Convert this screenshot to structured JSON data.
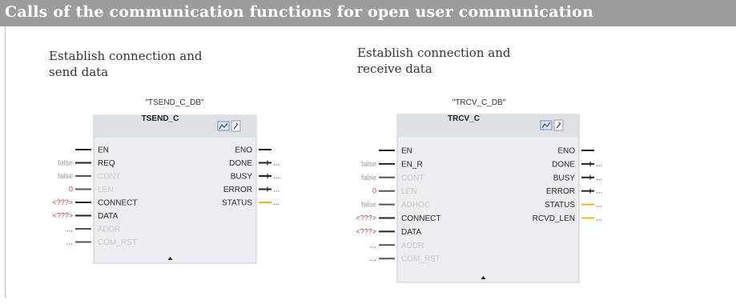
{
  "header": {
    "title": "Calls of the communication functions for open user communication"
  },
  "colors": {
    "header_bg": "#9c9c9c",
    "block_bg": "#ebedf0",
    "block_header_bg": "#dde0e4",
    "status_wire": "#f0b020",
    "placeholder": "#c2373b",
    "false_value": "#9a9aa6",
    "disabled_pin": "#c8c8c8"
  },
  "left": {
    "caption_line1": "Establish connection and",
    "caption_line2": "send data",
    "block": {
      "instance": "\"TSEND_C_DB\"",
      "type": "TSEND_C",
      "icons": [
        "network-icon",
        "wrench-icon"
      ],
      "inputs": [
        {
          "name": "EN",
          "value": "",
          "enabled": true
        },
        {
          "name": "REQ",
          "value": "false",
          "enabled": true
        },
        {
          "name": "CONT",
          "value": "false",
          "enabled": false
        },
        {
          "name": "LEN",
          "value": "0",
          "enabled": false
        },
        {
          "name": "CONNECT",
          "value": "<???>",
          "enabled": true
        },
        {
          "name": "DATA",
          "value": "<???>",
          "enabled": true
        },
        {
          "name": "ADDR",
          "value": "...",
          "enabled": false
        },
        {
          "name": "COM_RST",
          "value": "...",
          "enabled": false
        }
      ],
      "outputs": [
        {
          "name": "ENO",
          "value": ""
        },
        {
          "name": "DONE",
          "value": "..."
        },
        {
          "name": "BUSY",
          "value": "..."
        },
        {
          "name": "ERROR",
          "value": "..."
        },
        {
          "name": "STATUS",
          "value": "..."
        }
      ]
    }
  },
  "right": {
    "caption_line1": "Establish connection and",
    "caption_line2": "receive data",
    "block": {
      "instance": "\"TRCV_C_DB\"",
      "type": "TRCV_C",
      "icons": [
        "network-icon",
        "wrench-icon"
      ],
      "inputs": [
        {
          "name": "EN",
          "value": "",
          "enabled": true
        },
        {
          "name": "EN_R",
          "value": "false",
          "enabled": true
        },
        {
          "name": "CONT",
          "value": "false",
          "enabled": false
        },
        {
          "name": "LEN",
          "value": "0",
          "enabled": false
        },
        {
          "name": "ADHOC",
          "value": "false",
          "enabled": false
        },
        {
          "name": "CONNECT",
          "value": "<???>",
          "enabled": true
        },
        {
          "name": "DATA",
          "value": "<???>",
          "enabled": true
        },
        {
          "name": "ADDR",
          "value": "...",
          "enabled": false
        },
        {
          "name": "COM_RST",
          "value": "...",
          "enabled": false
        }
      ],
      "outputs": [
        {
          "name": "ENO",
          "value": ""
        },
        {
          "name": "DONE",
          "value": "..."
        },
        {
          "name": "BUSY",
          "value": "..."
        },
        {
          "name": "ERROR",
          "value": "..."
        },
        {
          "name": "STATUS",
          "value": "..."
        },
        {
          "name": "RCVD_LEN",
          "value": "..."
        }
      ]
    }
  }
}
